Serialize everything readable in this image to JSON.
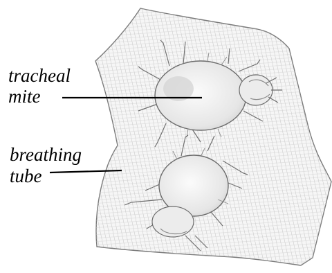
{
  "labels": {
    "mite": {
      "line1": "tracheal",
      "line2": "mite"
    },
    "tube": {
      "line1": "breathing",
      "line2": "tube"
    }
  },
  "colors": {
    "ink": "#000000",
    "sketch": "#8a8a8a",
    "tissue": "#f2f2f2",
    "mite_body": "#e9e9e9",
    "mite_shade": "#c8c8c8"
  }
}
